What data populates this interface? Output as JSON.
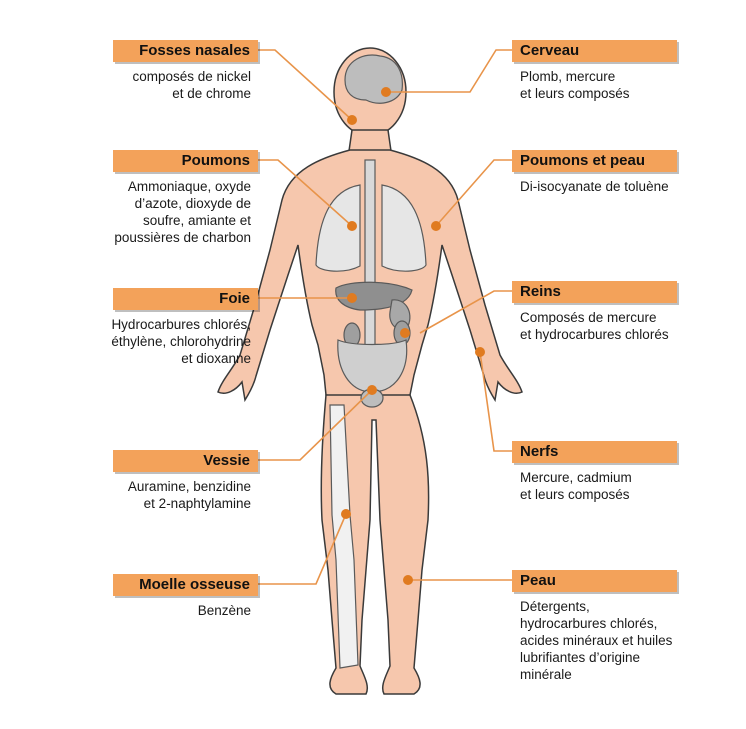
{
  "colors": {
    "label_fill": "#f3a25a",
    "leader_line": "#e8944a",
    "dot": "#e07b20",
    "skin": "#f6c7ad",
    "skin_outline": "#3a3a3a",
    "organ": "#9a9a9a"
  },
  "labels": {
    "fosses": {
      "title": "Fosses nasales",
      "lines": [
        "composés de nickel",
        "et de chrome"
      ]
    },
    "cerveau": {
      "title": "Cerveau",
      "lines": [
        "Plomb, mercure",
        "et leurs composés"
      ]
    },
    "poumons": {
      "title": "Poumons",
      "lines": [
        "Ammoniaque, oxyde",
        "d’azote, dioxyde de",
        "soufre, amiante et",
        "poussières de charbon"
      ]
    },
    "poumons_peau": {
      "title": "Poumons et peau",
      "lines": [
        "Di-isocyanate de toluène"
      ]
    },
    "foie": {
      "title": "Foie",
      "lines": [
        "Hydrocarbures chlorés,",
        "éthylène, chlorohydrine",
        "et dioxanne"
      ]
    },
    "reins": {
      "title": "Reins",
      "lines": [
        "Composés de mercure",
        "et hydrocarbures chlorés"
      ]
    },
    "vessie": {
      "title": "Vessie",
      "lines": [
        "Auramine, benzidine",
        "et 2-naphtylamine"
      ]
    },
    "nerfs": {
      "title": "Nerfs",
      "lines": [
        "Mercure, cadmium",
        "et leurs composés"
      ]
    },
    "moelle": {
      "title": "Moelle osseuse",
      "lines": [
        "Benzène"
      ]
    },
    "peau": {
      "title": "Peau",
      "lines": [
        "Détergents,",
        "hydrocarbures chlorés,",
        "acides minéraux et huiles",
        "lubrifiantes d’origine",
        "minérale"
      ]
    }
  }
}
